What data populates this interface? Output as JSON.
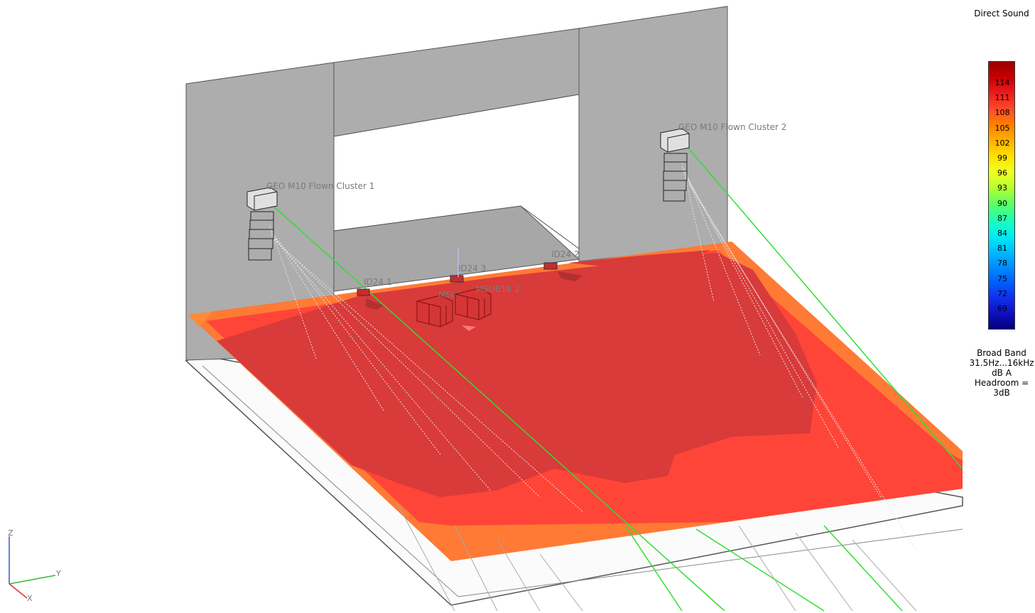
{
  "legend": {
    "title": "Direct Sound",
    "ticks": [
      "114",
      "111",
      "108",
      "105",
      "102",
      "99",
      "96",
      "93",
      "90",
      "87",
      "84",
      "81",
      "78",
      "75",
      "72",
      "69"
    ],
    "colors": [
      "#9c0000",
      "#c80000",
      "#ee1c1c",
      "#ff4a2a",
      "#ff8000",
      "#ffb000",
      "#ffe000",
      "#f0ff20",
      "#b8ff30",
      "#60ff60",
      "#20ffb0",
      "#00f0f0",
      "#00c0ff",
      "#0090ff",
      "#0060ff",
      "#1030f0",
      "#1010c0",
      "#000080"
    ],
    "info": [
      "Broad Band",
      "31.5Hz...16kHz",
      "dB A",
      "Headroom =",
      "3dB"
    ]
  },
  "labels": {
    "cluster1": "GEO M10 Flown Cluster 1",
    "cluster2": "GEO M10 Flown Cluster 2",
    "id24_1": "ID24 1",
    "id24_2": "ID24 2",
    "id24_3": "ID24 3",
    "msub18_1": "MSUB18 1",
    "msub18_2": "MSUB18 2"
  },
  "axes": {
    "z": "Z",
    "y": "Y",
    "x": "X"
  },
  "colors": {
    "wall": "#adadad",
    "floor_dark": "#d93a3a",
    "floor_mid": "#ff4538",
    "floor_edge": "#ff7a35",
    "ray_green": "#33dd33"
  }
}
